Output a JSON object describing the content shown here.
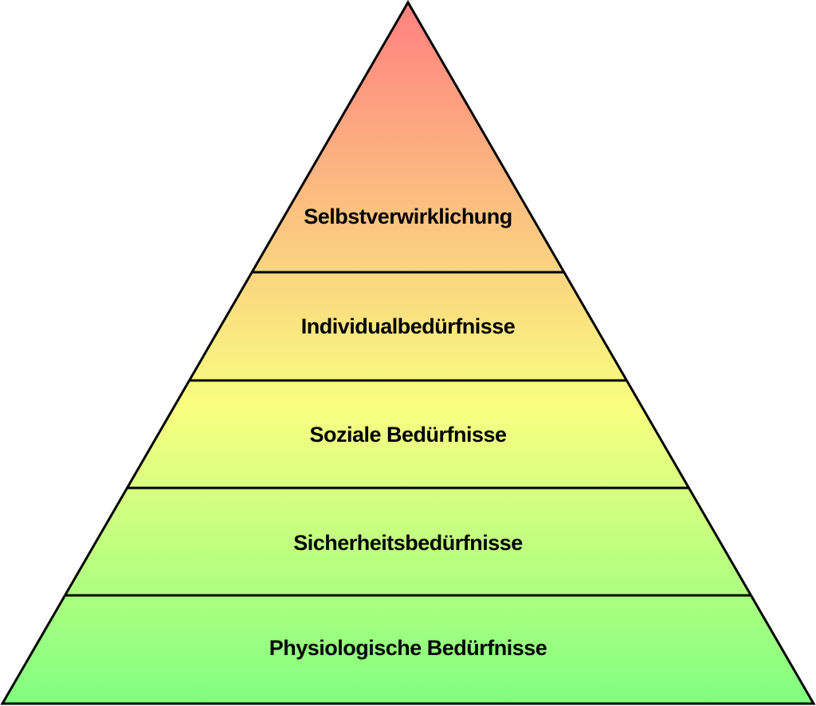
{
  "title": "Bedürfnispyramide",
  "levels": [
    {
      "label": "Selbstverwirklichung"
    },
    {
      "label": "Individualbedürfnisse"
    },
    {
      "label": "Soziale Bedürfnisse"
    },
    {
      "label": "Sicherheitsbedürfnisse"
    },
    {
      "label": "Physiologische Bedürfnisse"
    }
  ],
  "colors": {
    "top": "#ff8080",
    "middle": "#f8ff80",
    "bottom": "#80ff80",
    "outline": "#000000"
  }
}
